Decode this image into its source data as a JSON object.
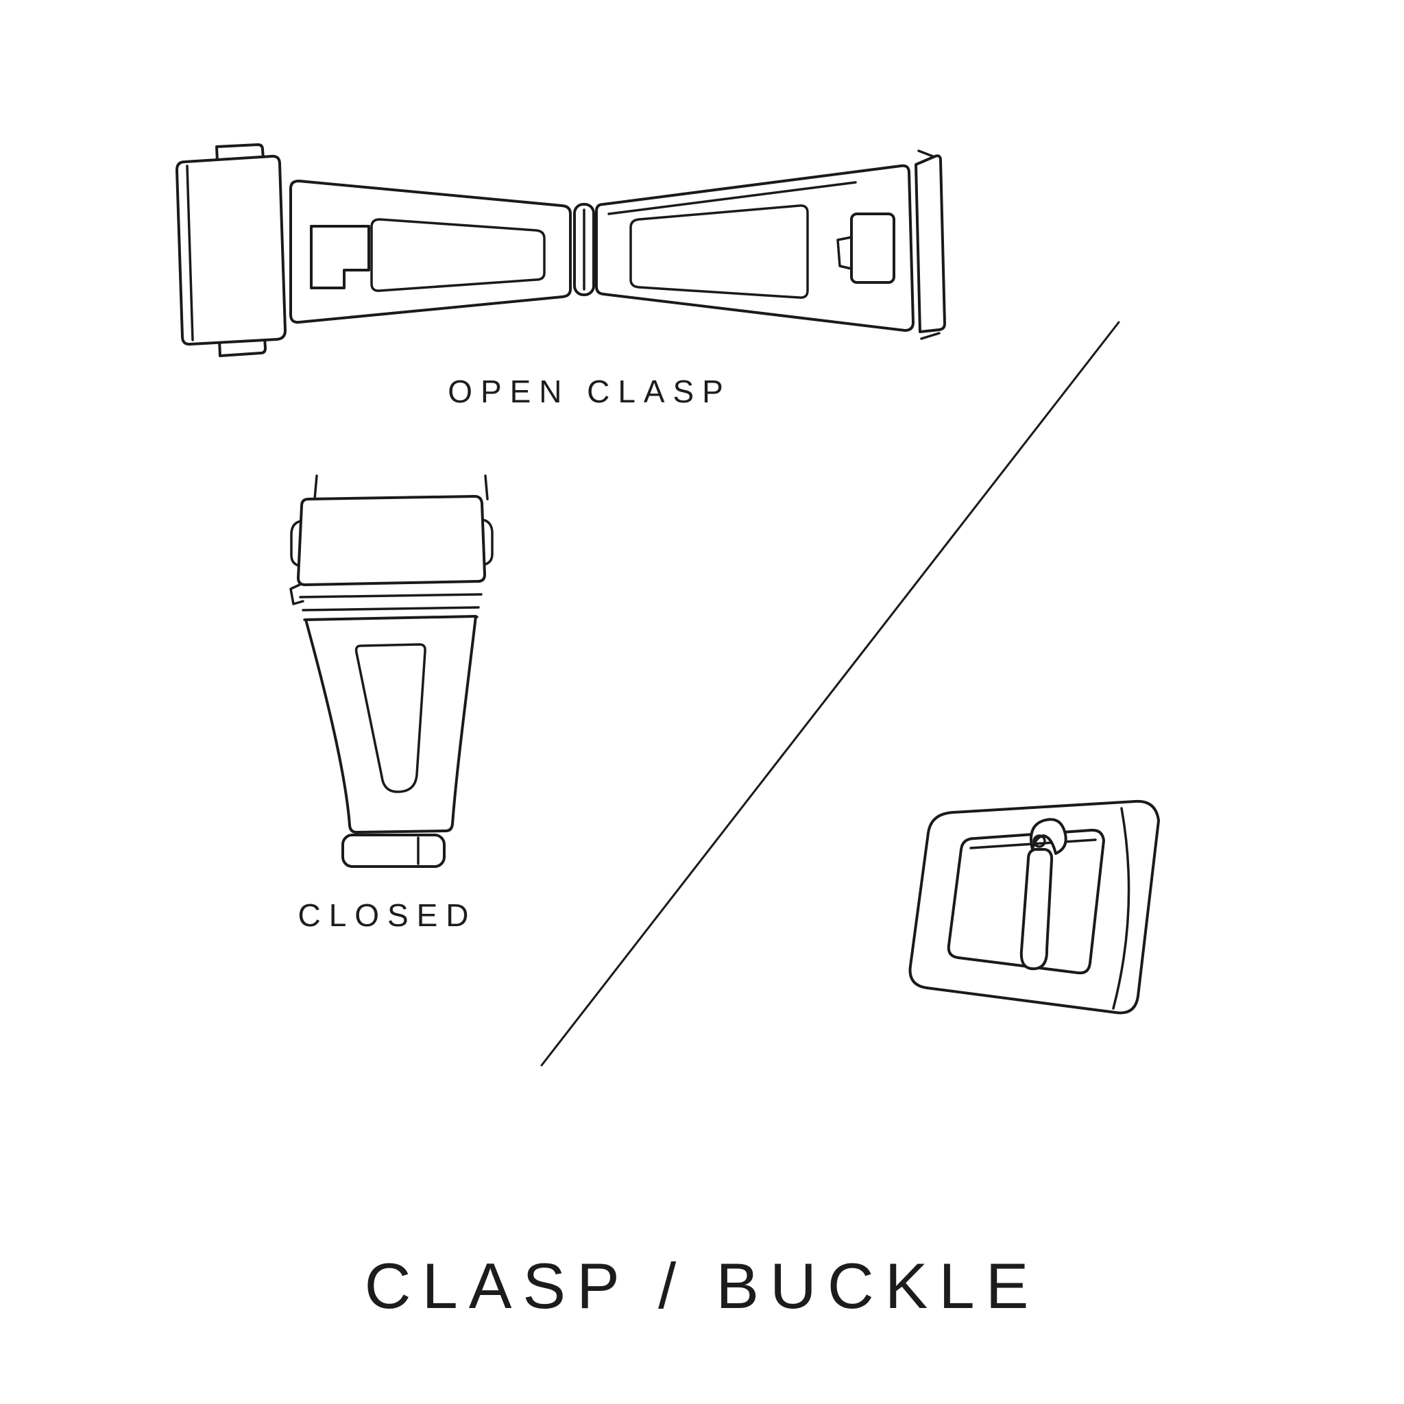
{
  "colors": {
    "background": "#ffffff",
    "line": "#1a1a1a",
    "text": "#1d1d1d"
  },
  "figures": {
    "open_clasp": {
      "label": "OPEN CLASP",
      "icon": "open-clasp-illustration"
    },
    "closed_clasp": {
      "label": "CLOSED",
      "icon": "closed-clasp-illustration"
    },
    "buckle": {
      "icon": "tang-buckle-illustration"
    },
    "divider": {
      "icon": "diagonal-divider-line"
    }
  },
  "title": "CLASP / BUCKLE"
}
